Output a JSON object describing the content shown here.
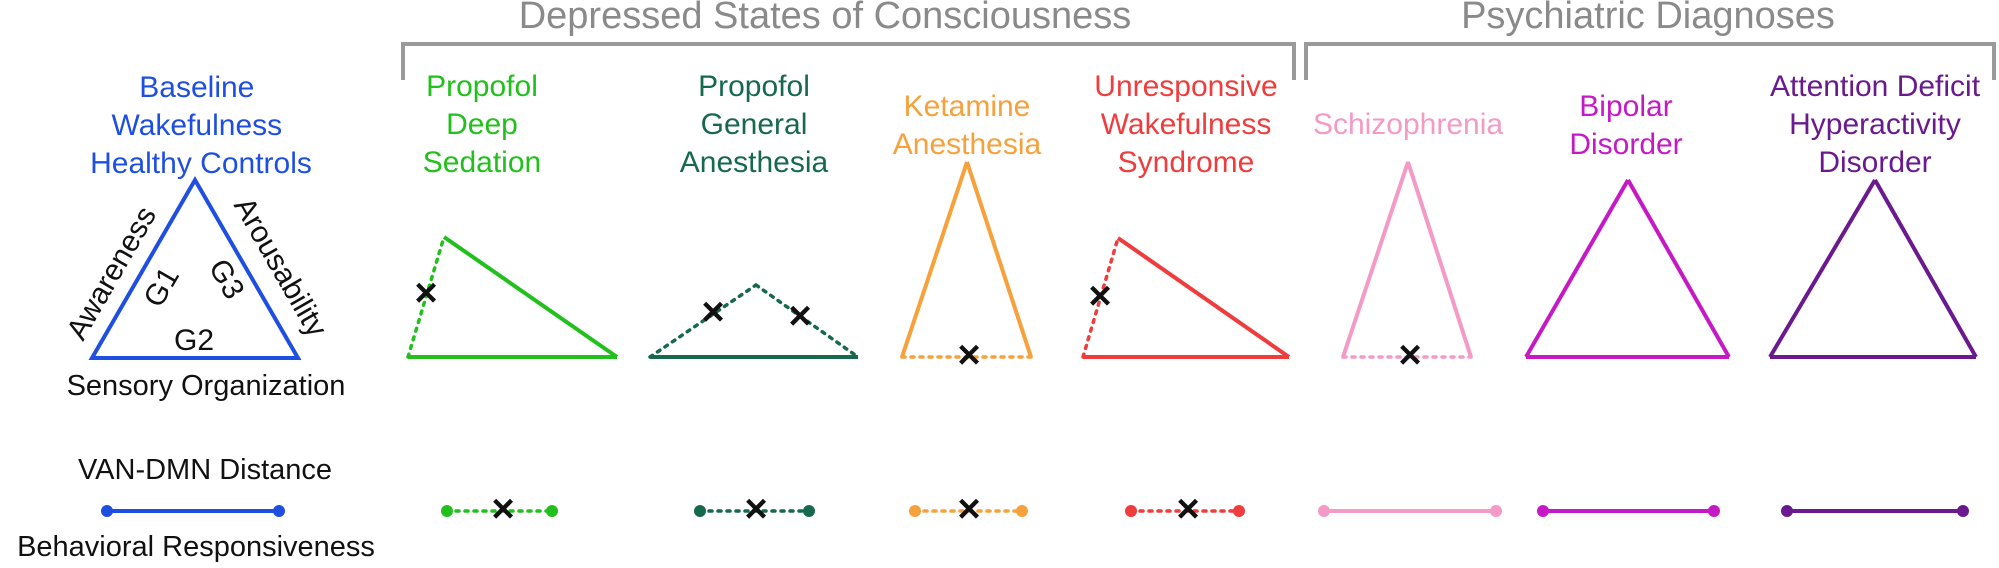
{
  "groups": [
    {
      "label": "Depressed States of Consciousness",
      "color": "#8a8a8a"
    },
    {
      "label": "Psychiatric Diagnoses",
      "color": "#8a8a8a"
    }
  ],
  "baseline": {
    "title_lines": [
      "Baseline",
      "Wakefulness",
      "Healthy Controls"
    ],
    "color": "#1f4fe0",
    "left_side_label": "Awareness",
    "right_side_label": "Arousability",
    "bottom_side_label": "Sensory Organization",
    "g1": "G1",
    "g2": "G2",
    "g3": "G3"
  },
  "row_labels": {
    "distance": "VAN-DMN Distance",
    "responsiveness": "Behavioral Responsiveness"
  },
  "marker_symbol": "×",
  "conditions": [
    {
      "name": "propofol-deep-sedation",
      "title_lines": [
        "Propofol",
        "Deep",
        "Sedation"
      ],
      "color": "#22c01c"
    },
    {
      "name": "propofol-general-anesthesia",
      "title_lines": [
        "Propofol",
        "General",
        "Anesthesia"
      ],
      "color": "#17694d"
    },
    {
      "name": "ketamine-anesthesia",
      "title_lines": [
        "Ketamine",
        "Anesthesia"
      ],
      "color": "#f6a13c"
    },
    {
      "name": "unresponsive-wakefulness-syndrome",
      "title_lines": [
        "Unresponsive",
        "Wakefulness",
        "Syndrome"
      ],
      "color": "#ef3c3c"
    },
    {
      "name": "schizophrenia",
      "title_lines": [
        "Schizophrenia"
      ],
      "color": "#f49ac6"
    },
    {
      "name": "bipolar-disorder",
      "title_lines": [
        "Bipolar",
        "Disorder"
      ],
      "color": "#c619c6"
    },
    {
      "name": "attention-deficit-hyperactivity-disorder",
      "title_lines": [
        "Attention Deficit",
        "Hyperactivity",
        "Disorder"
      ],
      "color": "#6a1a8e"
    }
  ]
}
